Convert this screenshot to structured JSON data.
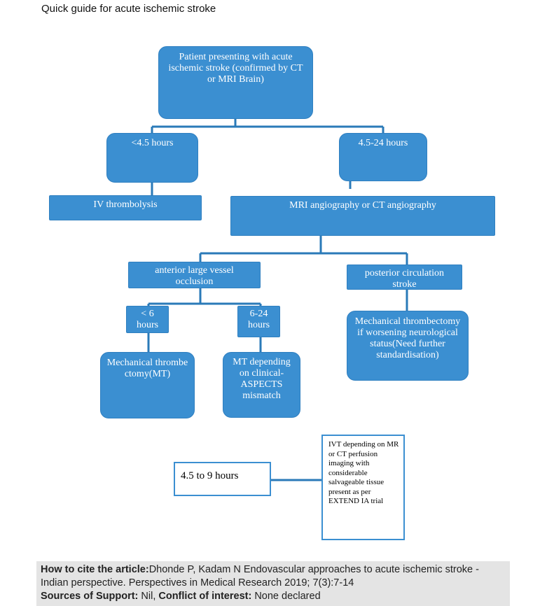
{
  "title": "Quick guide for acute ischemic stroke",
  "nodes": {
    "root": "Patient presenting  with acute ischemic stroke (confirmed by CT or MRI Brain)",
    "lt45": "<4.5 hours",
    "h4524": "4.5-24 hours",
    "ivt": "IV thrombolysis",
    "mra": "MRI angiography or CT angiography",
    "anterior": "anterior large vessel occlusion",
    "posterior": "posterior circulation stroke",
    "lt6": "< 6 hours",
    "h624": "6-24 hours",
    "mt": "Mechanical thrombectomy(MT)",
    "mt_aspects": "MT depending on clinical-ASPECTS mismatch",
    "mt_post": "Mechanical thrombectomy if worsening neurological status(Need further standardisation)",
    "h459": "4.5 to 9 hours",
    "ivt_extend": "IVT depending on MR or CT perfusion imaging with considerable salvageable tissue present as per EXTEND IA trial"
  },
  "citation": {
    "how_label": "How to cite the article:",
    "how_text": "Dhonde P, Kadam N Endovascular approaches to acute ischemic stroke - Indian perspective. Perspectives in Medical Research 2019; 7(3):7-14",
    "support_label": "Sources of Support:",
    "support_text": " Nil, ",
    "conflict_label": "Conflict of interest:",
    "conflict_text": " None declared"
  },
  "colors": {
    "box_fill": "#3b8fd1",
    "line": "#2a7ab8"
  }
}
